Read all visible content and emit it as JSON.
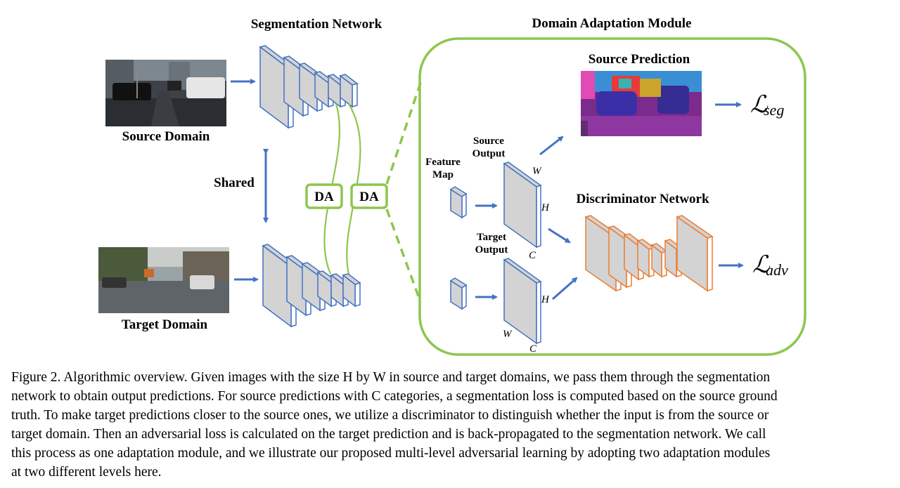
{
  "figure": {
    "segmentation_network_title": "Segmentation Network",
    "domain_adaptation_title": "Domain Adaptation Module",
    "source_domain_label": "Source Domain",
    "target_domain_label": "Target Domain",
    "shared_label": "Shared",
    "da_label_1": "DA",
    "da_label_2": "DA",
    "feature_map_label_1": "Feature",
    "feature_map_label_2": "Map",
    "source_output_label_1": "Source",
    "source_output_label_2": "Output",
    "target_output_label_1": "Target",
    "target_output_label_2": "Output",
    "source_prediction_title": "Source Prediction",
    "discriminator_title": "Discriminator Network",
    "dim_w": "W",
    "dim_h": "H",
    "dim_c": "C",
    "loss_seg_symbol": "ℒ",
    "loss_seg_sub": "seg",
    "loss_adv_symbol": "ℒ",
    "loss_adv_sub": "adv",
    "colors": {
      "network_fill": "#d3d3d3",
      "network_stroke": "#4472c4",
      "arrow": "#4472c4",
      "module_border": "#8dc64e",
      "discriminator_stroke": "#ed7d31"
    }
  },
  "caption": {
    "lines": [
      "Figure 2.  Algorithmic overview. Given images with the size H by W in source and target domains, we pass them through the segmentation",
      "network to obtain output predictions. For source predictions with C categories, a segmentation loss is computed based on the source ground",
      "truth. To make target predictions closer to the source ones, we utilize a discriminator to distinguish whether the input is from the source or",
      "target domain. Then an adversarial loss is calculated on the target prediction and is back-propagated to the segmentation network. We call",
      "this process as one adaptation module, and we illustrate our proposed multi-level adversarial learning by adopting two adaptation modules",
      "at two different levels here."
    ]
  }
}
